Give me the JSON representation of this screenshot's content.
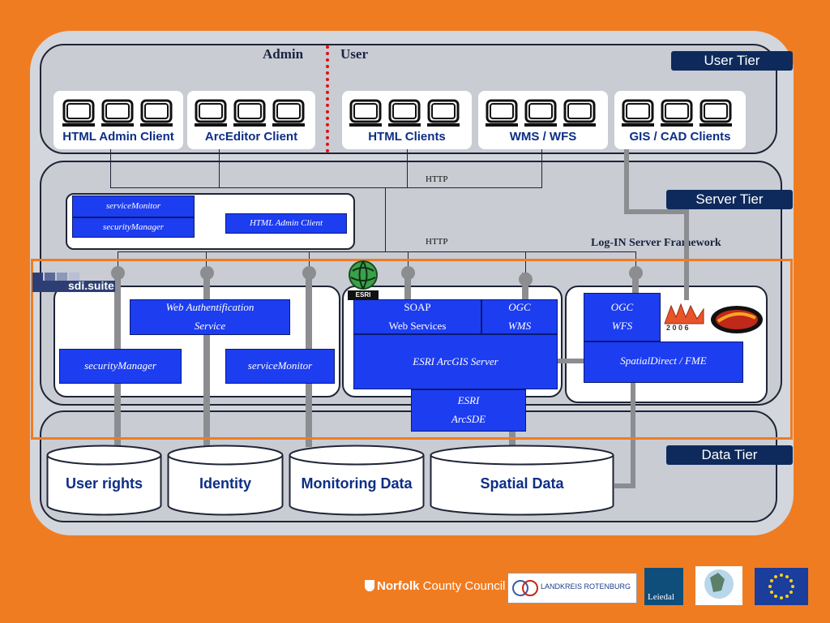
{
  "labels": {
    "admin": "Admin",
    "user": "User",
    "http_top": "HTTP",
    "http_mid": "HTTP",
    "login_framework": "Log-IN Server Framework"
  },
  "tiers": {
    "user": "User Tier",
    "server": "Server Tier",
    "data": "Data Tier"
  },
  "clients": [
    {
      "label": "HTML Admin Client"
    },
    {
      "label": "ArcEditor Client"
    },
    {
      "label": "HTML Clients"
    },
    {
      "label": "WMS / WFS"
    },
    {
      "label": "GIS / CAD Clients"
    }
  ],
  "admin_box": {
    "service_monitor": "serviceMonitor",
    "security_manager": "securityManager",
    "html_admin_client": "HTML Admin Client"
  },
  "sdi": {
    "logo_text": "sdi.suite",
    "web_auth_line1": "Web Authentification",
    "web_auth_line2": "Service",
    "security_manager": "securityManager",
    "service_monitor": "serviceMonitor"
  },
  "esri": {
    "logo_text": "ESRI",
    "soap_line1": "SOAP",
    "soap_line2": "Web Services",
    "ogc_line1": "OGC",
    "ogc_line2": "WMS",
    "arcgis_server": "ESRI ArcGIS Server",
    "arcsde_line1": "ESRI",
    "arcsde_line2": "ArcSDE"
  },
  "fme": {
    "ogc_line1": "OGC",
    "ogc_line2": "WFS",
    "spatialdirect": "SpatialDirect / FME",
    "fme_year": "2 0 0 6"
  },
  "databases": [
    {
      "label": "User rights"
    },
    {
      "label": "Identity"
    },
    {
      "label": "Monitoring Data"
    },
    {
      "label": "Spatial Data"
    }
  ],
  "footer": {
    "norfolk_bold": "Norfolk",
    "norfolk_rest": " County Council",
    "landkreis": "Landkreis Rotenburg",
    "leiedal": "Leiedal"
  },
  "colors": {
    "background": "#f07c22",
    "tier_navy": "#0e2a5c",
    "component_blue": "#1d3df0",
    "label_blue": "#0d2e86",
    "divider_red": "#e01010"
  }
}
